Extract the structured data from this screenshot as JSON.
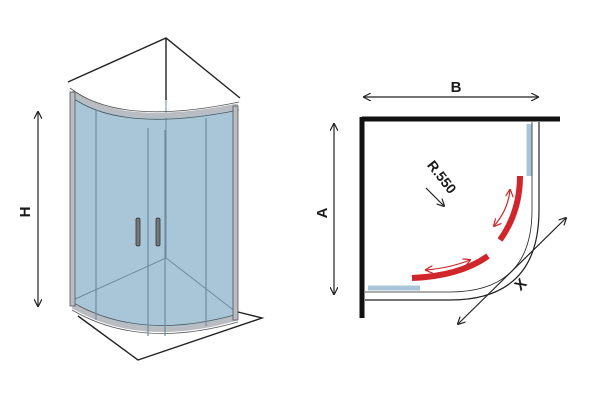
{
  "labels": {
    "height": "H",
    "width": "B",
    "depth": "A",
    "entry": "X",
    "radius": "R.550"
  },
  "colors": {
    "glass": "#a9c6d8",
    "glass_dark": "#8fb0c6",
    "frame": "#b9bcc0",
    "outline": "#222222",
    "wall": "#111111",
    "panel_plan": "#a9c6d8",
    "sliding_door": "#d0262b",
    "arrow_red": "#d0262b",
    "dimension": "#222222"
  },
  "icons": {
    "sliding_arrow": "double-headed-curved-arrow",
    "dimension_arrow": "double-headed-arrow",
    "door_handle": "vertical-bar-handle"
  }
}
